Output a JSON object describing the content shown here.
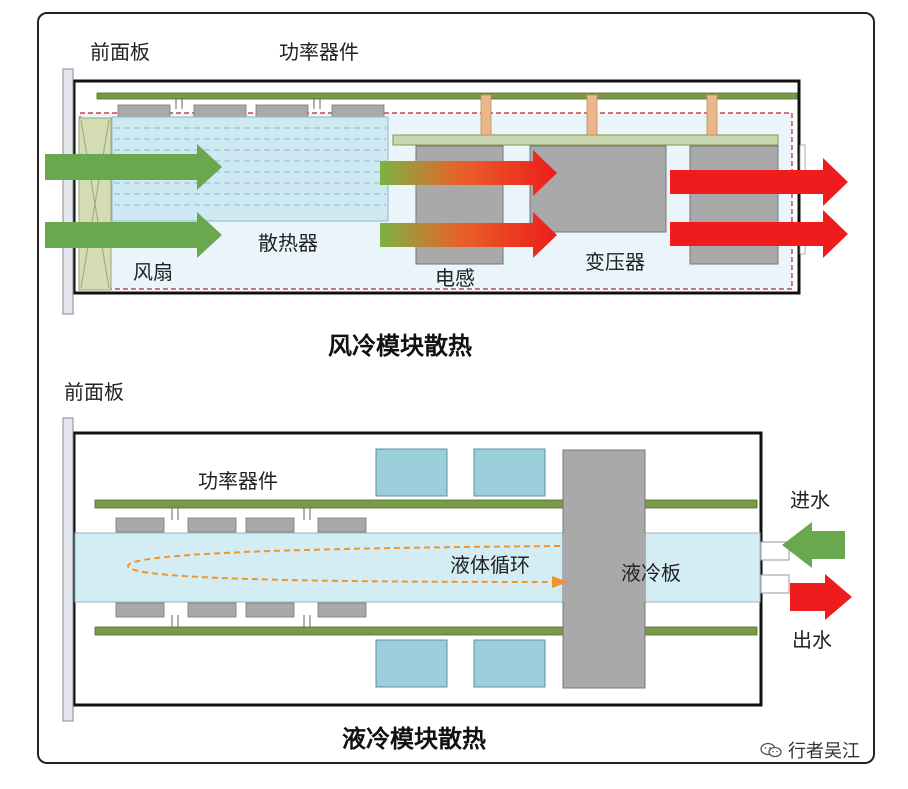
{
  "air": {
    "front_panel": "前面板",
    "power_devices": "功率器件",
    "heatsink": "散热器",
    "fan": "风扇",
    "inductor": "电感",
    "transformer": "变压器",
    "caption": "风冷模块散热"
  },
  "liquid": {
    "front_panel": "前面板",
    "power_devices": "功率器件",
    "liquid_circulation": "液体循环",
    "cold_plate": "液冷板",
    "water_in": "进水",
    "water_out": "出水",
    "caption": "液冷模块散热"
  },
  "watermark": {
    "text": "行者吴江",
    "icon": "wechat-icon"
  },
  "colors": {
    "pcb_green": "#7a9a4a",
    "heatsink_blue": "#cfe9f2",
    "component_gray": "#a9a9a9",
    "cool_blue": "#9ccfdc",
    "hot_red": "#ee1c1c",
    "cool_green": "#6aa84f",
    "flow_orange": "#f0952a"
  }
}
